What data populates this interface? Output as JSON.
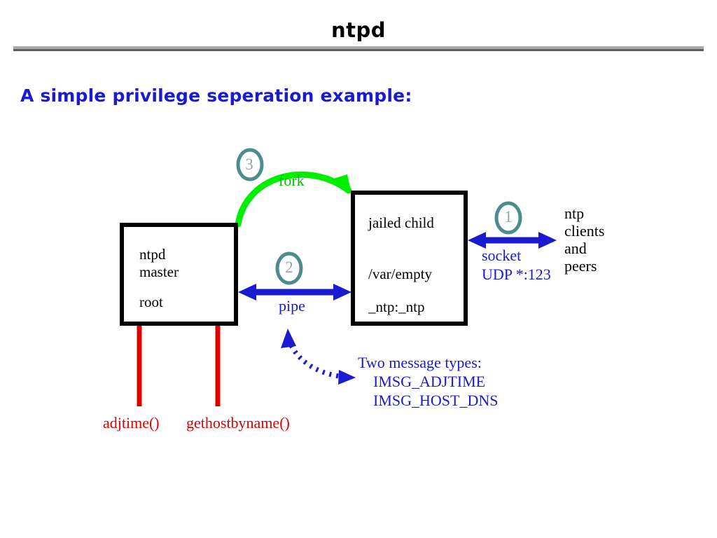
{
  "slide": {
    "title": "ntpd",
    "subtitle": "A simple privilege seperation example:"
  },
  "colors": {
    "title_text": "#000000",
    "rule_light": "#a8a8a8",
    "rule_dark": "#5e5e5e",
    "subtitle_blue": "#1a1ad0",
    "arrow_blue": "#1a1ad0",
    "fork_green": "#00ee00",
    "fork_label_green": "#00c000",
    "syscall_red": "#e00000",
    "step_circle_teal": "#4d8c8c",
    "step_number_gray": "#9aa5a5",
    "box_border": "#000000"
  },
  "diagram": {
    "master_box": {
      "name": "ntpd master process",
      "lines": [
        "ntpd",
        "master",
        "root"
      ]
    },
    "child_box": {
      "name": "jailed child process",
      "lines": [
        "jailed child",
        "/var/empty",
        "_ntp:_ntp"
      ]
    },
    "steps": [
      {
        "id": "1",
        "number": "1",
        "label": "socket",
        "sublabel": "UDP *:123"
      },
      {
        "id": "2",
        "number": "2",
        "label": "pipe",
        "sublabel": ""
      },
      {
        "id": "3",
        "number": "3",
        "label": "fork",
        "sublabel": ""
      }
    ],
    "external": {
      "peers": [
        "ntp",
        "clients",
        "and",
        "peers"
      ]
    },
    "messages": {
      "heading": "Two message types:",
      "items": [
        "IMSG_ADJTIME",
        "IMSG_HOST_DNS"
      ]
    },
    "syscalls": [
      {
        "label": "adjtime()"
      },
      {
        "label": "gethostbyname()"
      }
    ]
  }
}
